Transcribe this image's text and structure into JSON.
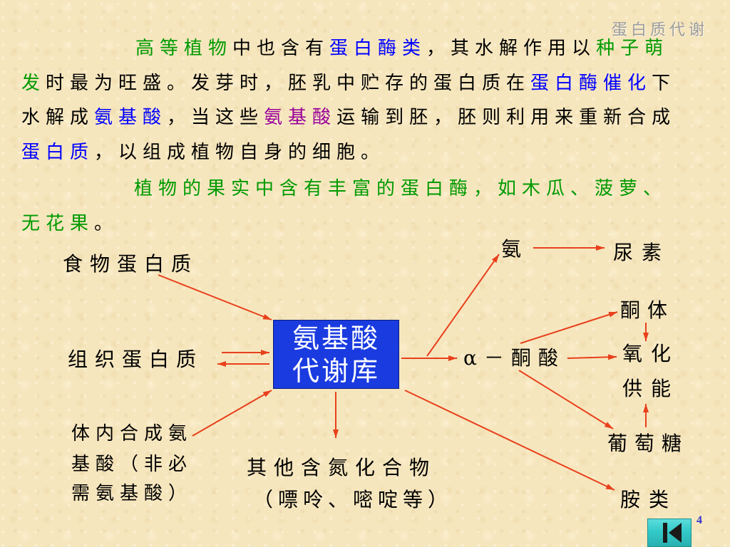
{
  "slide": {
    "header_title": "蛋白质代谢",
    "page_number": "4"
  },
  "colors": {
    "keyword_green": "#009a00",
    "keyword_blue": "#0000ff",
    "keyword_purple": "#990099",
    "body_text": "#000000",
    "arrow": "#e8401c",
    "box_fill": "#1a3be0",
    "box_text": "#ffffff",
    "header_title": "#9c9c9c",
    "page_number": "#3333cc",
    "nav_button": "#33c9c9"
  },
  "body_text": {
    "paragraph_1": {
      "line_1": [
        "高等植物",
        "中也含有",
        "蛋白酶类",
        "，其水解作用以",
        "种子萌"
      ],
      "line_2": [
        "发",
        "时最为旺盛。发芽时，胚乳中贮存的蛋白质在",
        "蛋白酶催化",
        "下"
      ],
      "line_3": [
        "水解成",
        "氨基酸",
        "，当这些",
        "氨基酸",
        "运输到胚，胚则利用来重新合成"
      ],
      "line_4": [
        "蛋白质",
        "，以组成植物自身的细胞。"
      ]
    },
    "paragraph_2": {
      "line_1": [
        "植物的果实中含有丰富的蛋白酶，如木瓜、菠萝、"
      ],
      "line_2": [
        "无花果",
        "。"
      ]
    }
  },
  "diagram": {
    "center_box": [
      "氨基酸",
      "代谢库"
    ],
    "sources": {
      "food_protein": "食物蛋白质",
      "tissue_protein": "组织蛋白质",
      "endogenous_synthesis": [
        "体内合成氨",
        "基酸（非必",
        "需氨基酸）"
      ]
    },
    "products": {
      "ammonia": "氨",
      "urea": "尿素",
      "alpha_keto_acid": "α－酮酸",
      "ketone_bodies": "酮体",
      "oxidation_energy": [
        "氧化",
        "供能"
      ],
      "glucose": "葡萄糖",
      "amines": "胺类",
      "other_nitrogen_compounds": [
        "其他含氮化合物",
        "（嘌呤、嘧啶等）"
      ]
    }
  },
  "navigation": {
    "first_slide_button": {
      "icon": "first-slide-icon"
    }
  }
}
